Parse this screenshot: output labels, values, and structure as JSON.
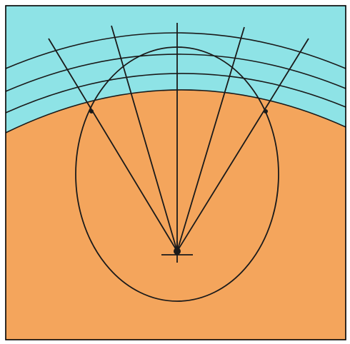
{
  "diagram": {
    "colors": {
      "background": "#ffffff",
      "sky": "#8ee3e6",
      "ground": "#f4a55c",
      "line": "#1a1a1a",
      "frame": "#000000"
    },
    "elements": [
      "sky-region",
      "ground-region",
      "curved-boundary-lines",
      "oval-outline",
      "radiating-lines",
      "center-point-marker"
    ]
  }
}
